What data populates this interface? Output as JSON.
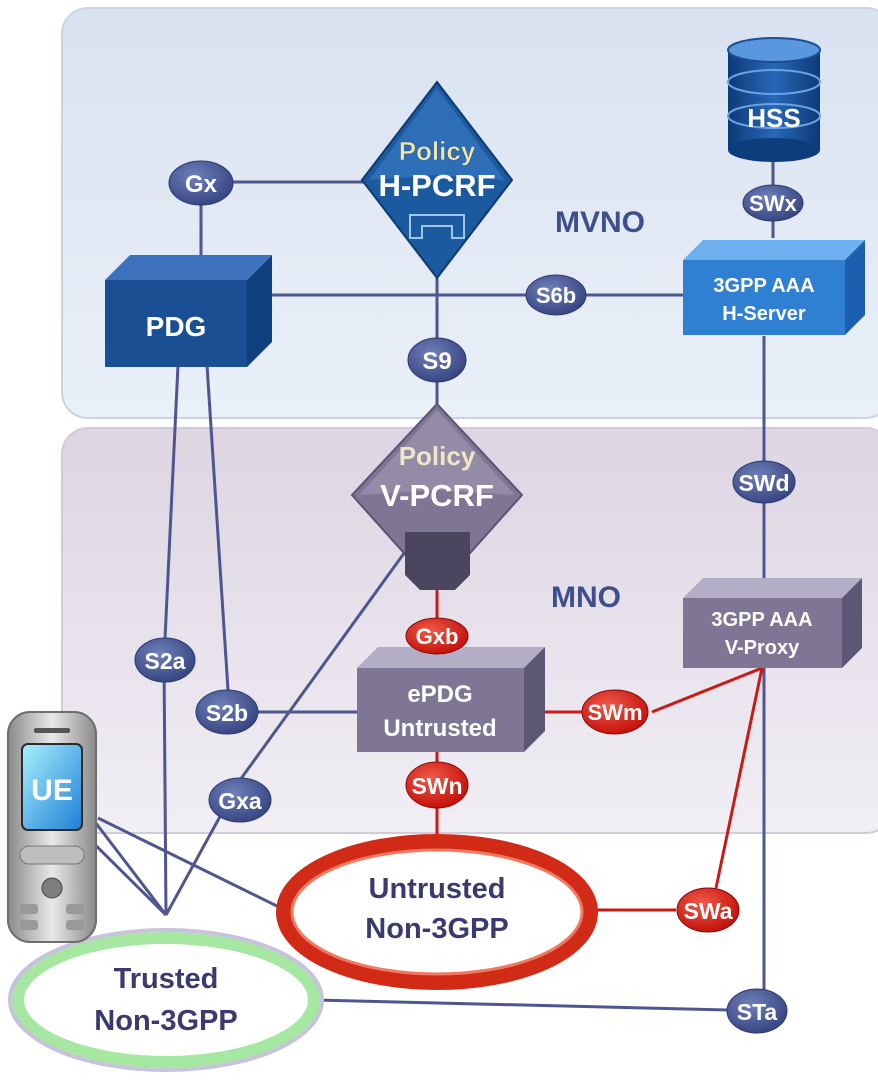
{
  "regions": {
    "mvno": "MVNO",
    "mno": "MNO"
  },
  "nodes": {
    "hss": "HSS",
    "pcrf_h": {
      "line1": "Policy",
      "line2": "H-PCRF"
    },
    "pcrf_v": {
      "line1": "Policy",
      "line2": "V-PCRF"
    },
    "pdg": "PDG",
    "aaa_server": {
      "line1": "3GPP AAA",
      "line2": "H-Server"
    },
    "aaa_proxy": {
      "line1": "3GPP AAA",
      "line2": "V-Proxy"
    },
    "epdg": {
      "line1": "ePDG",
      "line2": "Untrusted"
    },
    "untrusted": {
      "line1": "Untrusted",
      "line2": "Non-3GPP"
    },
    "trusted": {
      "line1": "Trusted",
      "line2": "Non-3GPP"
    },
    "ue": "UE"
  },
  "interfaces": {
    "gx": "Gx",
    "swx": "SWx",
    "s6b": "S6b",
    "s9": "S9",
    "swd": "SWd",
    "gxb": "Gxb",
    "s2a": "S2a",
    "s2b": "S2b",
    "swm": "SWm",
    "gxa": "Gxa",
    "swn": "SWn",
    "swa": "SWa",
    "sta": "STa"
  },
  "colors": {
    "mvno_bg": "#e1e8f4",
    "mno_bg": "#e7e1ea",
    "dark_blue": "#1a4f93",
    "mid_blue": "#2f7fd3",
    "gray_purple": "#7f7696",
    "label_blue": "#3e4f8d",
    "label_red": "#d0130c",
    "link": "#4d5690",
    "link_red": "#c81a16",
    "trusted_ring": "#9fe39a"
  }
}
